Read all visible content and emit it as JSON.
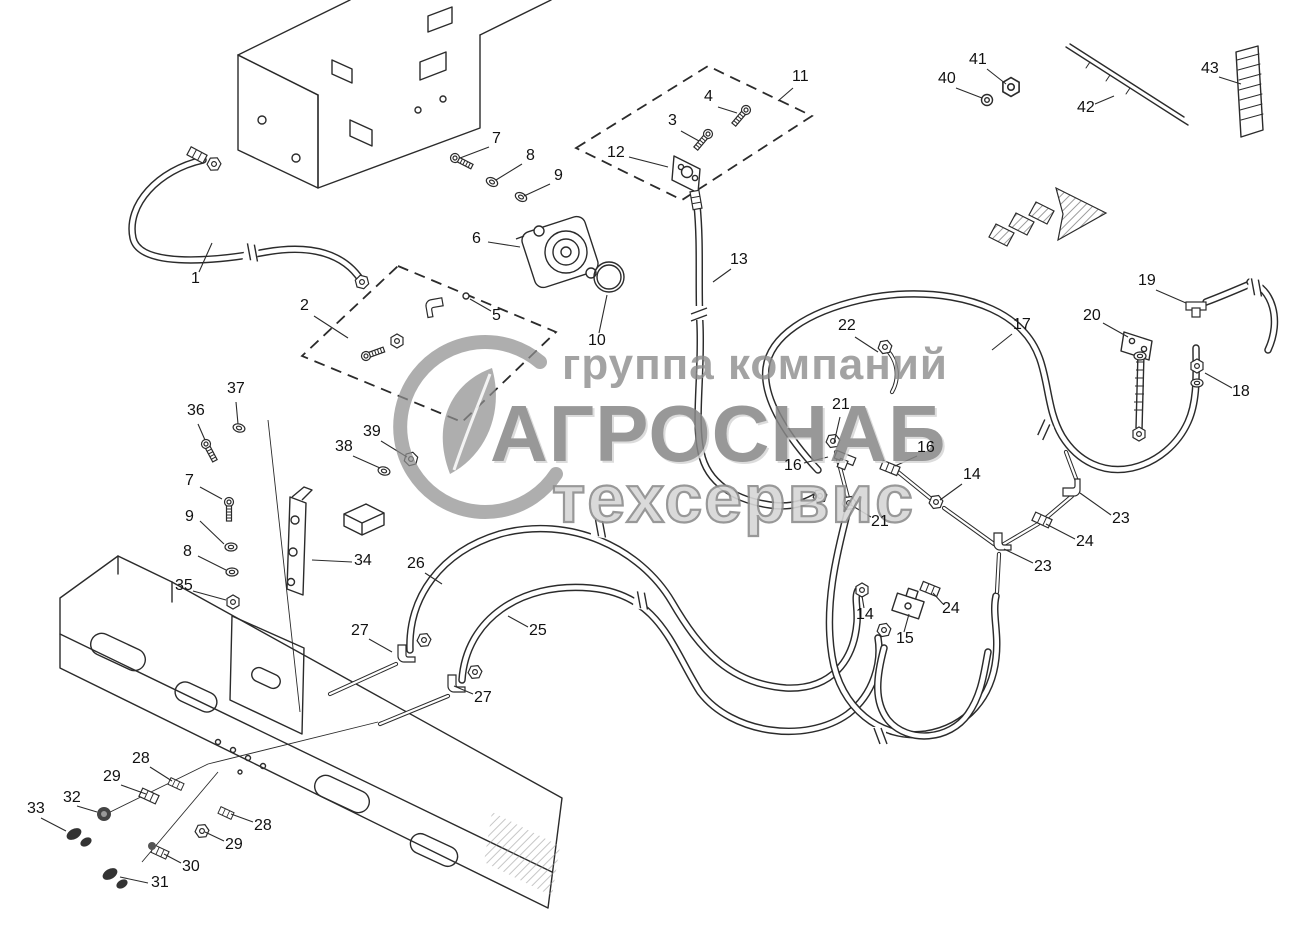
{
  "watermark": {
    "line1": "группа компаний",
    "line2": "АГРОСНАБ",
    "line3": "техсервис"
  },
  "colors": {
    "line_art": "#2b2b2b",
    "watermark_gray": "#8d8d8d",
    "background": "#ffffff"
  },
  "callouts": [
    "1",
    "2",
    "3",
    "4",
    "5",
    "6",
    "7",
    "8",
    "9",
    "10",
    "11",
    "12",
    "13",
    "14",
    "14",
    "15",
    "16",
    "16",
    "17",
    "18",
    "19",
    "20",
    "21",
    "21",
    "22",
    "23",
    "23",
    "24",
    "24",
    "25",
    "26",
    "27",
    "27",
    "28",
    "28",
    "29",
    "29",
    "30",
    "31",
    "32",
    "33",
    "34",
    "35",
    "36",
    "37",
    "38",
    "39",
    "40",
    "41",
    "42",
    "43",
    "7",
    "9",
    "8"
  ]
}
